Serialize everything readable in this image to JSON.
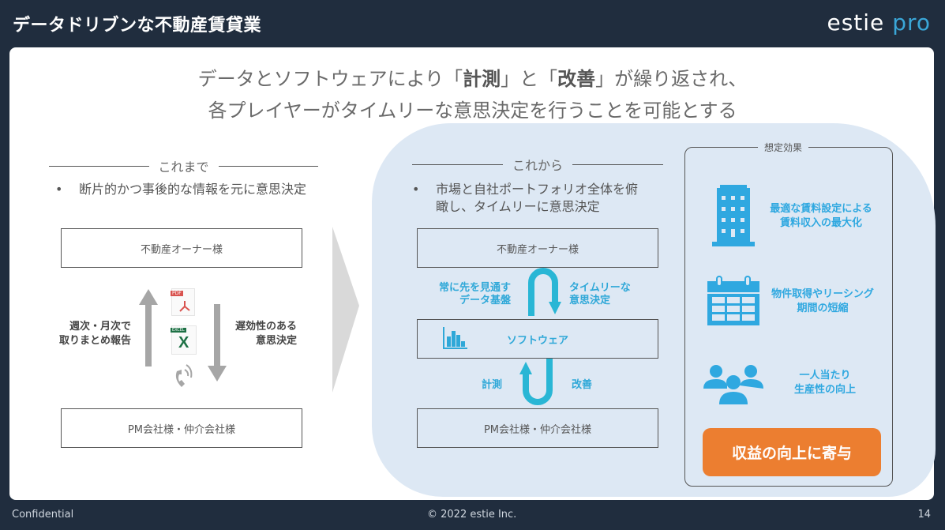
{
  "header": {
    "title": "データドリブンな不動産賃貸業",
    "logo_main": "estie",
    "logo_sub": "pro"
  },
  "lead": {
    "line1_pre": "データとソフトウェアにより「",
    "line1_b1": "計測",
    "line1_mid": "」と「",
    "line1_b2": "改善",
    "line1_post": "」が繰り返され、",
    "line2": "各プレイヤーがタイムリーな意思決定を行うことを可能とする"
  },
  "before": {
    "heading": "これまで",
    "bullet": "断片的かつ事後的な情報を元に意思決定",
    "top_box": "不動産オーナー様",
    "bottom_box": "PM会社様・仲介会社様",
    "up_label_line1": "週次・月次で",
    "up_label_line2": "取りまとめ報告",
    "down_label_line1": "遅効性のある",
    "down_label_line2": "意思決定",
    "icons": [
      "pdf-file",
      "excel-file",
      "phone"
    ],
    "pdf_tag": "PDF",
    "excel_tag": "EXCEL"
  },
  "after": {
    "heading": "これから",
    "bullet_line1": "市場と自社ポートフォリオ全体を俯",
    "bullet_line2": "瞰し、タイムリーに意思決定",
    "top_box": "不動産オーナー様",
    "middle_box": "ソフトウェア",
    "bottom_box": "PM会社様・仲介会社様",
    "upper_left_line1": "常に先を見通す",
    "upper_left_line2": "データ基盤",
    "upper_right_line1": "タイムリーな",
    "upper_right_line2": "意思決定",
    "lower_left": "計測",
    "lower_right": "改善"
  },
  "effects": {
    "title": "想定効果",
    "items": [
      {
        "icon": "building",
        "line1": "最適な賃料設定による",
        "line2": "賃料収入の最大化"
      },
      {
        "icon": "calendar",
        "line1": "物件取得やリーシング",
        "line2": "期間の短縮"
      },
      {
        "icon": "people",
        "line1": "一人当たり",
        "line2": "生産性の向上"
      }
    ],
    "cta": "収益の向上に寄与"
  },
  "colors": {
    "navy": "#202d3e",
    "accent_cyan": "#2fa8d8",
    "orange": "#ec7e30",
    "blob": "#dde8f4"
  },
  "footer": {
    "left": "Confidential",
    "center": "© 2022 estie Inc.",
    "page": "14"
  }
}
